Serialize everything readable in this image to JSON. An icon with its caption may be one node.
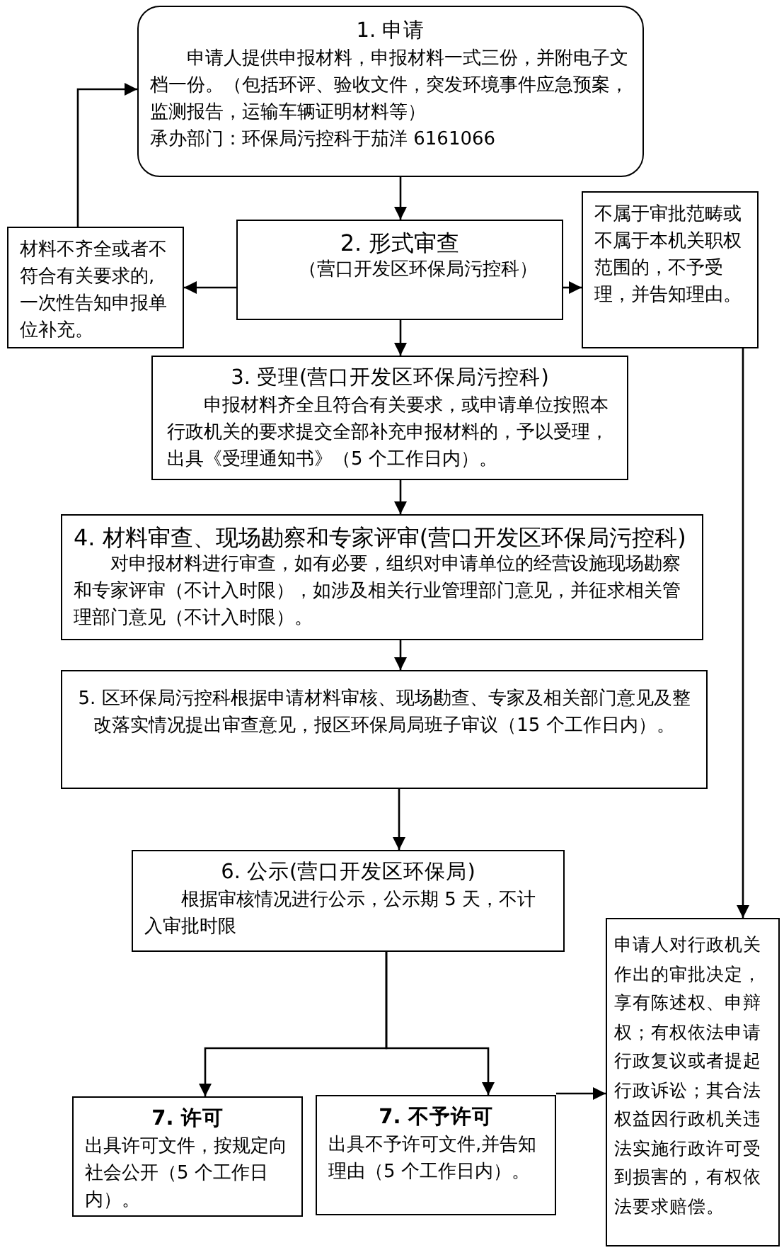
{
  "diagram": {
    "nodes": [
      {
        "text": [
          "1. 申请",
          "申请人提供申报材料，申报材料一式三份，并附电子文档一份。（包括环评、验收文件，突发环境事件应急预案，监测报告，运输车辆证明材料等）",
          "承办部门：环保局污控科于茄洋 6161066"
        ]
      },
      {
        "text": [
          "2. 形式审查",
          "（营口开发区环保局污控科）"
        ]
      },
      {
        "text": [
          "材料不齐全或者不符合有关要求的,一次性告知申报单位补充。"
        ]
      },
      {
        "text": [
          "不属于审批范畴或不属于本机关职权范围的，不予受理，并告知理由。"
        ]
      },
      {
        "text": [
          "3. 受理(营口开发区环保局污控科)",
          "申报材料齐全且符合有关要求，或申请单位按照本行政机关的要求提交全部补充申报材料的，予以受理，出具《受理通知书》（5 个工作日内）。"
        ]
      },
      {
        "text": [
          "4. 材料审查、现场勘察和专家评审(营口开发区环保局污控科)",
          "对申报材料进行审查，如有必要，组织对申请单位的经营设施现场勘察和专家评审（不计入时限），如涉及相关行业管理部门意见，并征求相关管理部门意见（不计入时限）。"
        ]
      },
      {
        "text": [
          "5. 区环保局污控科根据申请材料审核、现场勘查、专家及相关部门意见及整改落实情况提出审查意见，报区环保局局班子审议（15 个工作日内）。"
        ]
      },
      {
        "text": [
          "6. 公示(营口开发区环保局)",
          "根据审核情况进行公示，公示期 5 天，不计入审批时限"
        ]
      },
      {
        "text": [
          "7. 许可",
          "出具许可文件，按规定向社会公开（5 个工作日内）。"
        ]
      },
      {
        "text": [
          "7. 不予许可",
          "出具不予许可文件,并告知理由（5 个工作日内）。"
        ]
      },
      {
        "text": [
          "申请人对行政机关作出的审批决定，享有陈述权、申辩权；有权依法申请行政复议或者提起行政诉讼；其合法权益因行政机关违法实施行政许可受到损害的，有权依法要求赔偿。"
        ]
      }
    ],
    "edges": [
      {
        "from": 0,
        "to": 1,
        "arrow": "to"
      },
      {
        "from": 1,
        "to": 2,
        "arrow": "to"
      },
      {
        "from": 1,
        "to": 3,
        "arrow": "to"
      },
      {
        "from": 2,
        "to": 0,
        "arrow": "to"
      },
      {
        "from": 3,
        "to": 10,
        "arrow": "to"
      },
      {
        "from": 1,
        "to": 4,
        "arrow": "to"
      },
      {
        "from": 4,
        "to": 5,
        "arrow": "to"
      },
      {
        "from": 5,
        "to": 6,
        "arrow": "to"
      },
      {
        "from": 6,
        "to": 7,
        "arrow": "to"
      },
      {
        "from": 7,
        "to": 8,
        "arrow": "to"
      },
      {
        "from": 7,
        "to": 9,
        "arrow": "to"
      },
      {
        "from": 9,
        "to": 10,
        "arrow": "to"
      }
    ]
  }
}
